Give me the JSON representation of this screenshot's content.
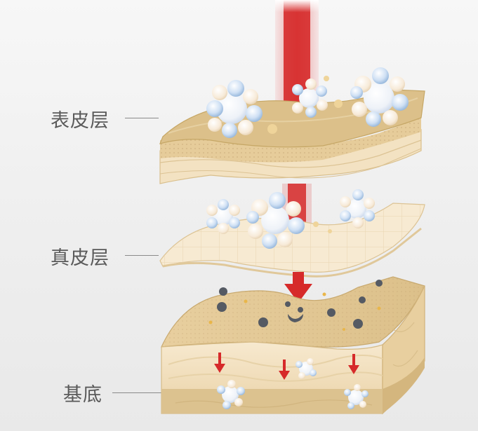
{
  "layers": [
    {
      "label": "表皮层"
    },
    {
      "label": "真皮层"
    },
    {
      "label": "基底"
    }
  ],
  "colors": {
    "beam": "#d62a2a",
    "skin_light": "#f6e8cc",
    "skin_mid": "#ecd3a5",
    "skin_dark": "#c9ac73",
    "particle_dark": "#555a63",
    "bubble": "#e8eef7"
  }
}
